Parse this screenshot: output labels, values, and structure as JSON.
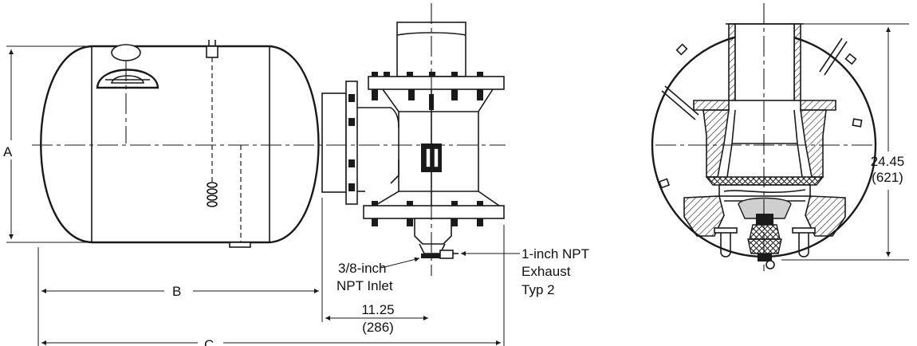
{
  "dimensions": {
    "a": {
      "label": "A"
    },
    "b": {
      "label": "B"
    },
    "c": {
      "label": "C"
    },
    "flange_offset": {
      "value": "11.25",
      "metric": "(286)"
    },
    "height": {
      "value": "24.45",
      "metric": "(621)"
    }
  },
  "callouts": {
    "inlet": {
      "line1": "3/8-inch",
      "line2": "NPT Inlet"
    },
    "exhaust": {
      "line1": "1-inch NPT",
      "line2": "Exhaust",
      "line3": "Typ 2"
    }
  }
}
